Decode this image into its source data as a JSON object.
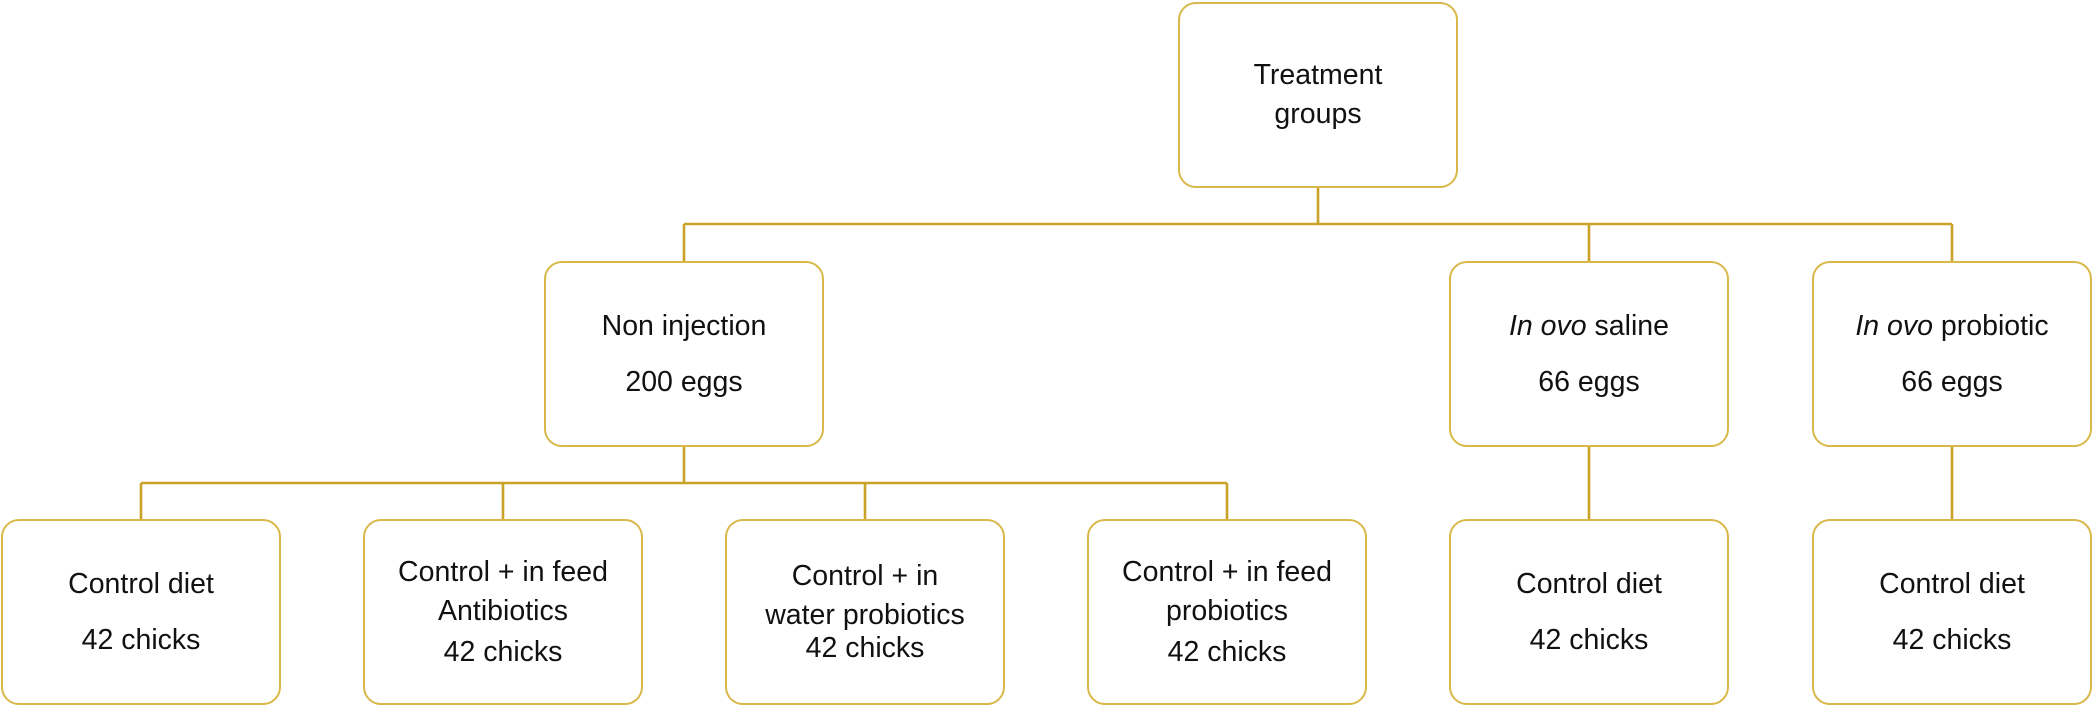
{
  "root": {
    "line1": "Treatment",
    "line2": "groups"
  },
  "level1": [
    {
      "id": "non-injection",
      "title": "Non injection",
      "count": "200 eggs"
    },
    {
      "id": "in-ovo-saline",
      "title_italic": "In ovo",
      "title_rest": " saline",
      "count": "66 eggs"
    },
    {
      "id": "in-ovo-probiotic",
      "title_italic": "In ovo",
      "title_rest": " probiotic",
      "count": "66 eggs"
    }
  ],
  "level2": [
    {
      "id": "control-diet-1",
      "lines": [
        "Control diet"
      ],
      "count": "42 chicks"
    },
    {
      "id": "antibiotics",
      "lines": [
        "Control + in feed",
        "Antibiotics"
      ],
      "count": "42 chicks"
    },
    {
      "id": "water-probiotics",
      "lines": [
        "Control + in",
        "water probiotics"
      ],
      "count": "42 chicks"
    },
    {
      "id": "feed-probiotics",
      "lines": [
        "Control + in feed",
        "probiotics"
      ],
      "count": "42 chicks"
    },
    {
      "id": "control-diet-saline",
      "lines": [
        "Control diet"
      ],
      "count": "42 chicks"
    },
    {
      "id": "control-diet-probiotic",
      "lines": [
        "Control diet"
      ],
      "count": "42 chicks"
    }
  ],
  "colors": {
    "connector": "#C9A227",
    "box_border": "#D9B84A",
    "text": "#111111",
    "background": "#FFFFFF"
  }
}
